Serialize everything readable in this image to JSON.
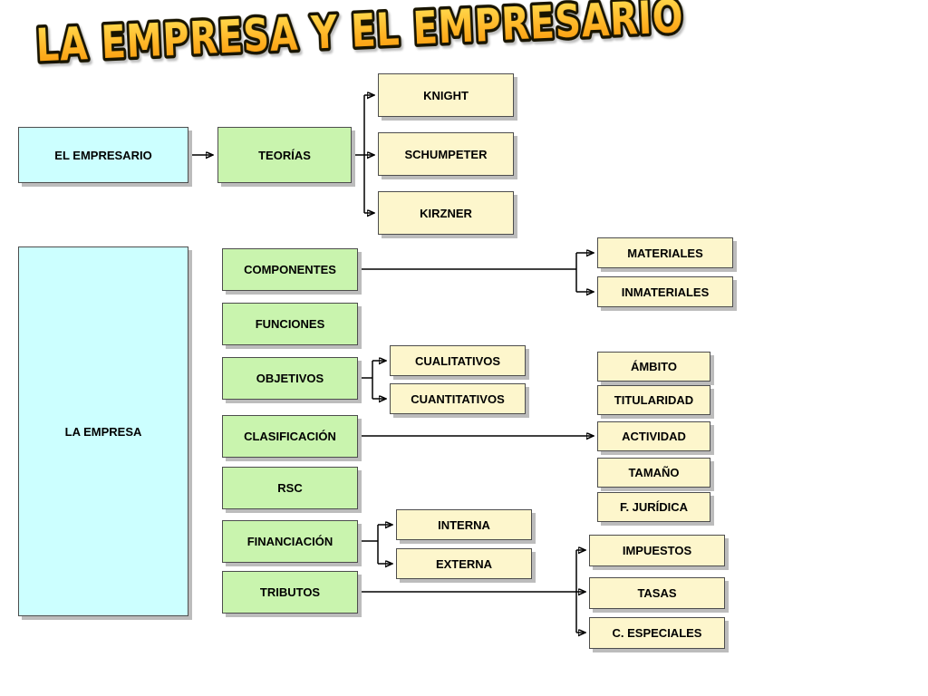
{
  "title": "LA EMPRESA Y EL EMPRESARIO",
  "colors": {
    "cyan_box": "#ccffff",
    "green_box": "#c9f4ae",
    "yellow_box": "#fdf6cc",
    "border": "#4d4d4d",
    "shadow": "#bcbcbc",
    "title_top": "#ffe257",
    "title_mid": "#ffb627",
    "title_bot": "#f89406"
  },
  "empresario": {
    "label": "EL EMPRESARIO",
    "teorias": "TEORÍAS",
    "theories": [
      "KNIGHT",
      "SCHUMPETER",
      "KIRZNER"
    ]
  },
  "empresa": {
    "label": "LA EMPRESA",
    "branches": [
      "COMPONENTES",
      "FUNCIONES",
      "OBJETIVOS",
      "CLASIFICACIÓN",
      "RSC",
      "FINANCIACIÓN",
      "TRIBUTOS"
    ],
    "componentes": [
      "MATERIALES",
      "INMATERIALES"
    ],
    "objetivos": [
      "CUALITATIVOS",
      "CUANTITATIVOS"
    ],
    "clasificacion": [
      "ÁMBITO",
      "TITULARIDAD",
      "ACTIVIDAD",
      "TAMAÑO",
      "F. JURÍDICA"
    ],
    "financiacion": [
      "INTERNA",
      "EXTERNA"
    ],
    "tributos": [
      "IMPUESTOS",
      "TASAS",
      "C. ESPECIALES"
    ]
  }
}
